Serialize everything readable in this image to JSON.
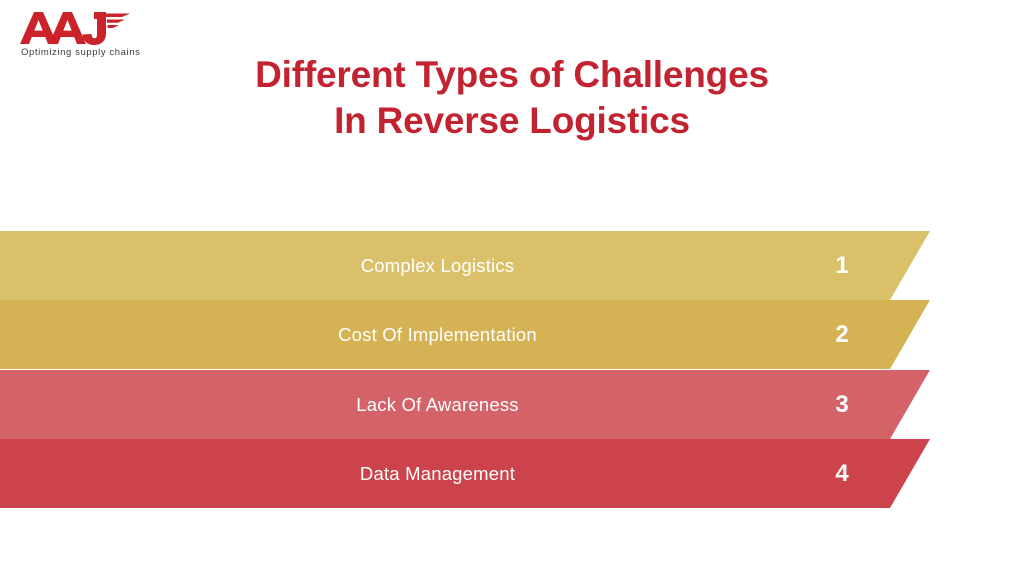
{
  "brand": {
    "name": "AAJ",
    "tagline": "Optimizing supply chains",
    "color": "#cc2229"
  },
  "title": {
    "line1": "Different Types of Challenges",
    "line2": "In Reverse Logistics",
    "color": "#c32230"
  },
  "chart_data": {
    "type": "bar",
    "title": "Different Types of Challenges In Reverse Logistics",
    "xlabel": "",
    "ylabel": "",
    "categories": [
      "Complex Logistics",
      "Cost Of Implementation",
      "Lack Of Awareness",
      "Data Management"
    ],
    "values": [
      1,
      2,
      3,
      4
    ],
    "legend": [],
    "grid": false
  },
  "bands": [
    {
      "number": "1",
      "label": "Complex Logistics",
      "color": "#dbc06a"
    },
    {
      "number": "2",
      "label": "Cost Of Implementation",
      "color": "#d5b254"
    },
    {
      "number": "3",
      "label": "Lack Of Awareness",
      "color": "#d36369"
    },
    {
      "number": "4",
      "label": "Data Management",
      "color": "#cc434c"
    }
  ]
}
